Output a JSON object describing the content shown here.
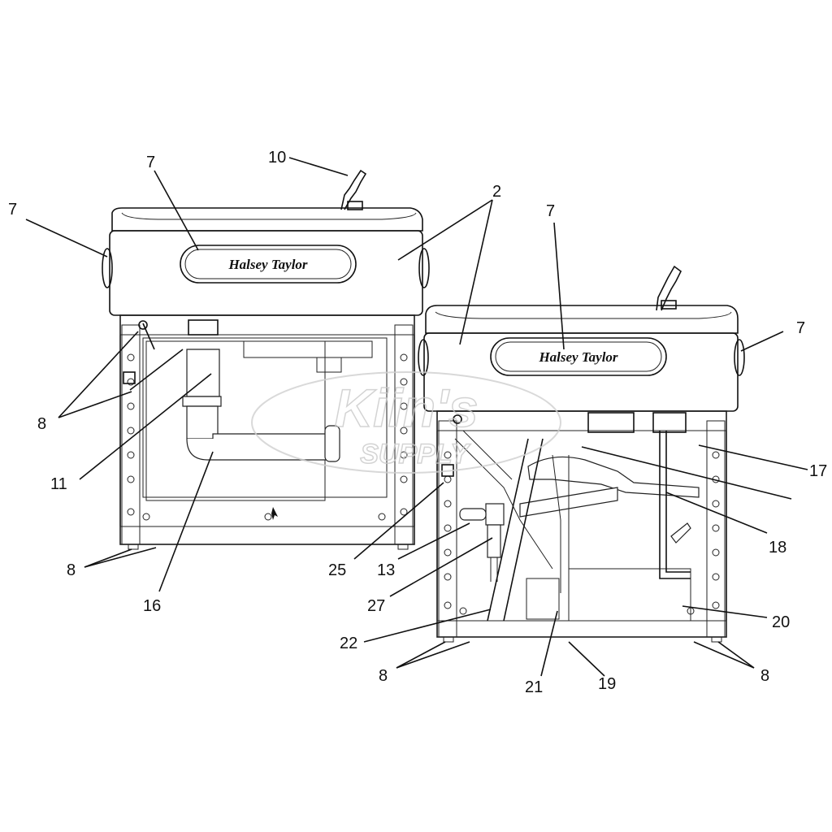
{
  "brand": "Halsey Taylor",
  "watermark": {
    "line1": "Kiin's",
    "line2": "SUPPLY"
  },
  "callouts": [
    "7",
    "10",
    "7",
    "2",
    "7",
    "7",
    "8",
    "11",
    "16",
    "8",
    "25",
    "13",
    "27",
    "22",
    "8",
    "21",
    "19",
    "8",
    "20",
    "18",
    "17"
  ]
}
